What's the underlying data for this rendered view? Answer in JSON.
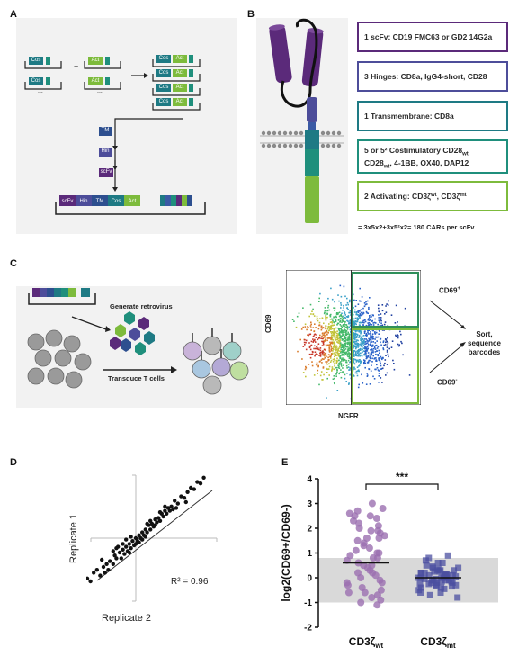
{
  "panels": {
    "a": {
      "label": "A",
      "cos1": "Cos",
      "cos2": "Cos",
      "act1": "Act",
      "act2": "Act",
      "plus": "+",
      "dots": "...",
      "tm": "TM",
      "hin": "Hin",
      "scfv": "scFv",
      "final_chain": [
        "scFv",
        "Hin",
        "TM",
        "Cos",
        "Act"
      ]
    },
    "b": {
      "label": "B",
      "box1": "1 scFv: CD19 FMC63 or GD2 14G2a",
      "box2": "3 Hinges: CD8a, IgG4-short, CD28",
      "box3": "1 Transmembrane: CD8a",
      "box4a": "5 or 5² Costimulatory CD28",
      "box4b": "CD28",
      "box4c": ", 4-1BB, OX40, DAP12",
      "box4_sub_wt": "wt,",
      "box4_sub_wt2": "wt",
      "box5": "2 Activating: CD3ζ",
      "box5_sub_wt": "wt",
      "box5_sub_mt": "mt",
      "box5_mid": ", CD3ζ",
      "formula": "= 3x5x2+3x5²x2= 180 CARs per scFv",
      "colors": {
        "box1": "#5b2a7a",
        "box2": "#4d4d9a",
        "box3": "#1e7a84",
        "box4": "#1f8f7c",
        "box5": "#7dbb3c"
      }
    },
    "c": {
      "label": "C",
      "generate": "Generate retrovirus",
      "transduce": "Transduce T cells",
      "ylabel": "CD69",
      "xlabel": "NGFR",
      "plus_label": "CD69",
      "plus_sup": "+",
      "minus_label": "CD69",
      "minus_sup": "-",
      "sort_line1": "Sort,",
      "sort_line2": "sequence",
      "sort_line3": "barcodes"
    },
    "d": {
      "label": "D",
      "ylabel": "Replicate 1",
      "xlabel": "Replicate 2",
      "r2": "R² = 0.96"
    },
    "e": {
      "label": "E",
      "ylabel": "log2(CD69+/CD69-)",
      "sig": "***",
      "cat1": "CD3ζ",
      "cat1_sub": "wt",
      "cat2": "CD3ζ",
      "cat2_sub": "mt"
    }
  },
  "chart_data": [
    {
      "type": "scatter",
      "panel": "D",
      "xlabel": "Replicate 2",
      "ylabel": "Replicate 1",
      "annotation": "R² = 0.96",
      "r_squared": 0.96,
      "points": [
        [
          -1.9,
          -1.8
        ],
        [
          -1.8,
          -1.5
        ],
        [
          -1.7,
          -1.7
        ],
        [
          -1.6,
          -1.3
        ],
        [
          -1.5,
          -1.4
        ],
        [
          -1.4,
          -1.5
        ],
        [
          -1.3,
          -1.2
        ],
        [
          -1.2,
          -1.1
        ],
        [
          -1.1,
          -1.3
        ],
        [
          -1.0,
          -1.0
        ],
        [
          -0.9,
          -0.9
        ],
        [
          -0.85,
          -1.1
        ],
        [
          -0.8,
          -0.8
        ],
        [
          -0.7,
          -0.9
        ],
        [
          -0.65,
          -0.6
        ],
        [
          -0.6,
          -0.7
        ],
        [
          -0.5,
          -0.5
        ],
        [
          -0.45,
          -0.7
        ],
        [
          -0.4,
          -0.4
        ],
        [
          -0.35,
          -0.55
        ],
        [
          -0.3,
          -0.3
        ],
        [
          -0.25,
          -0.45
        ],
        [
          -0.2,
          -0.2
        ],
        [
          -0.15,
          -0.35
        ],
        [
          -0.1,
          -0.1
        ],
        [
          -0.05,
          -0.25
        ],
        [
          0.0,
          0.0
        ],
        [
          0.05,
          -0.1
        ],
        [
          0.1,
          0.1
        ],
        [
          0.15,
          0.0
        ],
        [
          0.2,
          0.2
        ],
        [
          0.25,
          0.1
        ],
        [
          0.3,
          0.3
        ],
        [
          0.35,
          0.2
        ],
        [
          0.4,
          0.45
        ],
        [
          0.45,
          0.3
        ],
        [
          0.5,
          0.5
        ],
        [
          0.55,
          0.4
        ],
        [
          0.6,
          0.65
        ],
        [
          0.65,
          0.55
        ],
        [
          0.7,
          0.7
        ],
        [
          0.75,
          0.6
        ],
        [
          0.8,
          0.85
        ],
        [
          0.85,
          0.75
        ],
        [
          0.9,
          0.95
        ],
        [
          0.95,
          0.85
        ],
        [
          1.0,
          1.05
        ],
        [
          1.05,
          0.95
        ],
        [
          1.1,
          1.1
        ],
        [
          1.15,
          1.0
        ],
        [
          1.2,
          1.3
        ],
        [
          1.3,
          1.2
        ],
        [
          1.4,
          1.45
        ],
        [
          1.5,
          1.4
        ],
        [
          1.6,
          1.6
        ],
        [
          1.7,
          1.75
        ],
        [
          1.8,
          1.7
        ],
        [
          1.9,
          1.95
        ],
        [
          2.0,
          1.9
        ],
        [
          2.1,
          2.1
        ],
        [
          -0.3,
          -0.05
        ],
        [
          -0.55,
          -0.3
        ],
        [
          0.2,
          -0.05
        ],
        [
          -0.15,
          0.05
        ],
        [
          0.0,
          -0.2
        ],
        [
          -0.2,
          -0.5
        ],
        [
          0.3,
          0.05
        ],
        [
          -0.7,
          -0.45
        ],
        [
          0.45,
          0.6
        ],
        [
          0.6,
          0.45
        ],
        [
          -1.05,
          -0.75
        ],
        [
          0.9,
          1.1
        ],
        [
          1.25,
          1.05
        ],
        [
          -0.95,
          -1.2
        ],
        [
          0.1,
          -0.15
        ],
        [
          -0.4,
          -0.2
        ],
        [
          0.35,
          0.5
        ],
        [
          -0.6,
          -0.35
        ],
        [
          0.75,
          0.9
        ],
        [
          1.55,
          1.25
        ]
      ]
    },
    {
      "type": "scatter",
      "panel": "E",
      "ylabel": "log2(CD69+/CD69-)",
      "ylim": [
        -2,
        4
      ],
      "yticks": [
        -2,
        -1,
        0,
        1,
        2,
        3,
        4
      ],
      "categories": [
        "CD3ζwt",
        "CD3ζmt"
      ],
      "shaded_band": [
        -1.0,
        0.8
      ],
      "significance": "***",
      "series": [
        {
          "marker": "circle",
          "color": "#9b6fb0",
          "mean": 0.6,
          "values": [
            3.0,
            2.8,
            2.7,
            2.6,
            2.5,
            2.4,
            2.3,
            2.2,
            2.1,
            2.0,
            1.9,
            1.8,
            1.7,
            1.6,
            1.5,
            1.4,
            1.3,
            1.2,
            1.1,
            1.0,
            0.9,
            0.8,
            0.7,
            0.6,
            0.5,
            0.4,
            0.3,
            0.2,
            0.1,
            0.0,
            -0.1,
            -0.2,
            -0.3,
            -0.4,
            -0.5,
            -0.6,
            -0.7,
            -0.8,
            -0.9,
            -1.0,
            -1.1,
            1.9,
            2.5,
            0.8,
            0.2,
            -0.2,
            1.0,
            1.6,
            0.5,
            -0.6
          ]
        },
        {
          "marker": "square",
          "color": "#4b4fa0",
          "mean": 0.0,
          "values": [
            0.9,
            0.8,
            0.7,
            0.6,
            0.5,
            0.4,
            0.35,
            0.3,
            0.25,
            0.2,
            0.15,
            0.1,
            0.05,
            0.0,
            0.0,
            -0.05,
            -0.1,
            -0.15,
            -0.2,
            -0.25,
            -0.3,
            -0.35,
            -0.4,
            -0.5,
            -0.6,
            -0.7,
            -0.8,
            0.3,
            0.1,
            -0.1,
            -0.2,
            0.2,
            0.0,
            -0.3,
            0.4,
            -0.4,
            0.1,
            -0.1,
            0.0,
            0.2,
            -0.2,
            0.6,
            -0.6,
            0.05,
            -0.05,
            0.15,
            -0.15,
            0.3,
            -0.3,
            0.0,
            0.45,
            -0.45,
            0.25,
            -0.25,
            0.1,
            -0.1
          ]
        }
      ]
    }
  ]
}
